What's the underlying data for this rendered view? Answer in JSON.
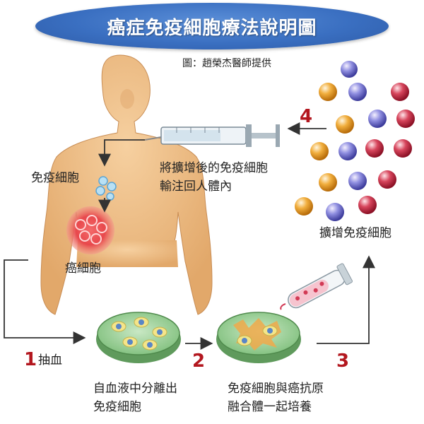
{
  "title": "癌症免疫細胞療法說明圖",
  "credit": "圖：趙榮杰醫師提供",
  "labels": {
    "immune_cell": "免疫細胞",
    "cancer_cell": "癌細胞",
    "reinfuse_line1": "將擴增後的免疫細胞",
    "reinfuse_line2": "輸注回人體內",
    "expand": "擴增免疫細胞"
  },
  "steps": [
    {
      "number": "1",
      "line1": "抽血",
      "line2": ""
    },
    {
      "number": "2",
      "line1": "自血液中分離出",
      "line2": "免疫細胞"
    },
    {
      "number": "3",
      "line1": "免疫細胞與癌抗原",
      "line2": "融合體一起培養"
    },
    {
      "number": "4",
      "line1": "",
      "line2": ""
    }
  ],
  "colors": {
    "title_bg": "#3a6fc1",
    "step_number": "#b3171f",
    "skin": "#f0c08a",
    "cancer": "#e6464a",
    "immune": "#9fd0ec",
    "dish": "#8fc98c"
  }
}
